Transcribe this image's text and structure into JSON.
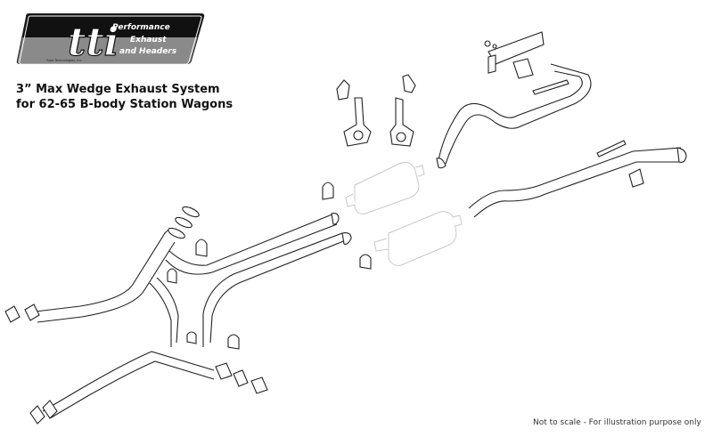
{
  "logo": {
    "brand": "tti",
    "tagline_lines": [
      "Performance",
      "Exhaust",
      "and Headers"
    ],
    "company": "Tuler Technologies, Inc.",
    "colors": {
      "top_band": "#111111",
      "bottom_band": "#8a8a8a",
      "text": "#ffffff"
    }
  },
  "title": {
    "line1": "3” Max Wedge Exhaust System",
    "line2": "for 62-65 B-body Station Wagons"
  },
  "diagram": {
    "parts": [
      "header-flange-gaskets",
      "y-pipes",
      "u-bolt-clamps",
      "mufflers",
      "tailpipes",
      "hanger-brackets",
      "muffler-hangers",
      "bumper-hanger-bracket"
    ]
  },
  "footer": {
    "note": "Not to scale - For illustration purpose only"
  }
}
